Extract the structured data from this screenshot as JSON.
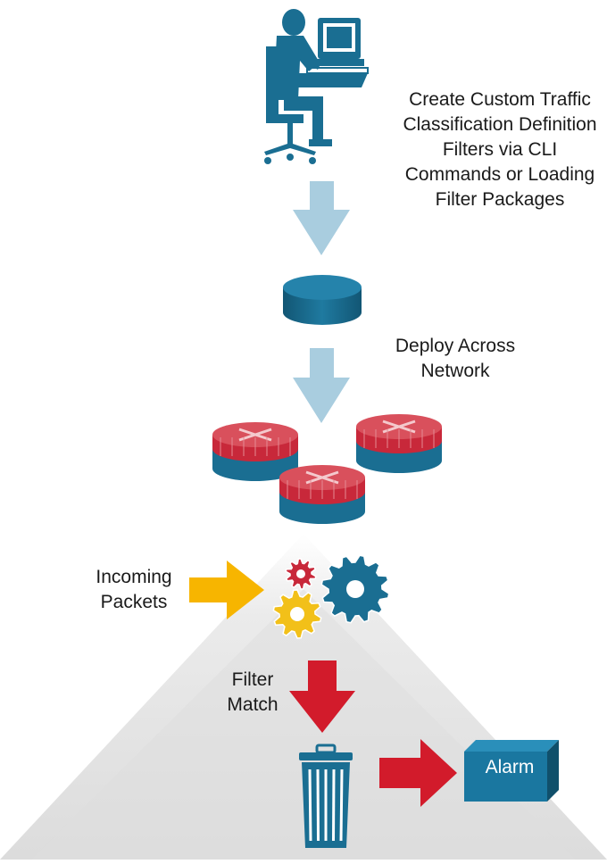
{
  "labels": {
    "create": [
      "Create Custom Traffic",
      "Classification Definition",
      "Filters via CLI",
      "Commands or Loading",
      "Filter Packages"
    ],
    "deploy": [
      "Deploy Across",
      "Network"
    ],
    "incoming": [
      "Incoming",
      "Packets"
    ],
    "filter_match": [
      "Filter",
      "Match"
    ],
    "alarm": "Alarm"
  },
  "colors": {
    "person_blue": "#1a6e92",
    "arrow_light_blue": "#a9cddf",
    "router_red": "#c8283a",
    "router_blue": "#1a6e92",
    "gear_red": "#c8283a",
    "gear_blue": "#1a6e92",
    "gear_yellow": "#f2c019",
    "arrow_yellow": "#f7b500",
    "arrow_red": "#d21b2b",
    "funnel_gray": "#e1e1e1"
  }
}
